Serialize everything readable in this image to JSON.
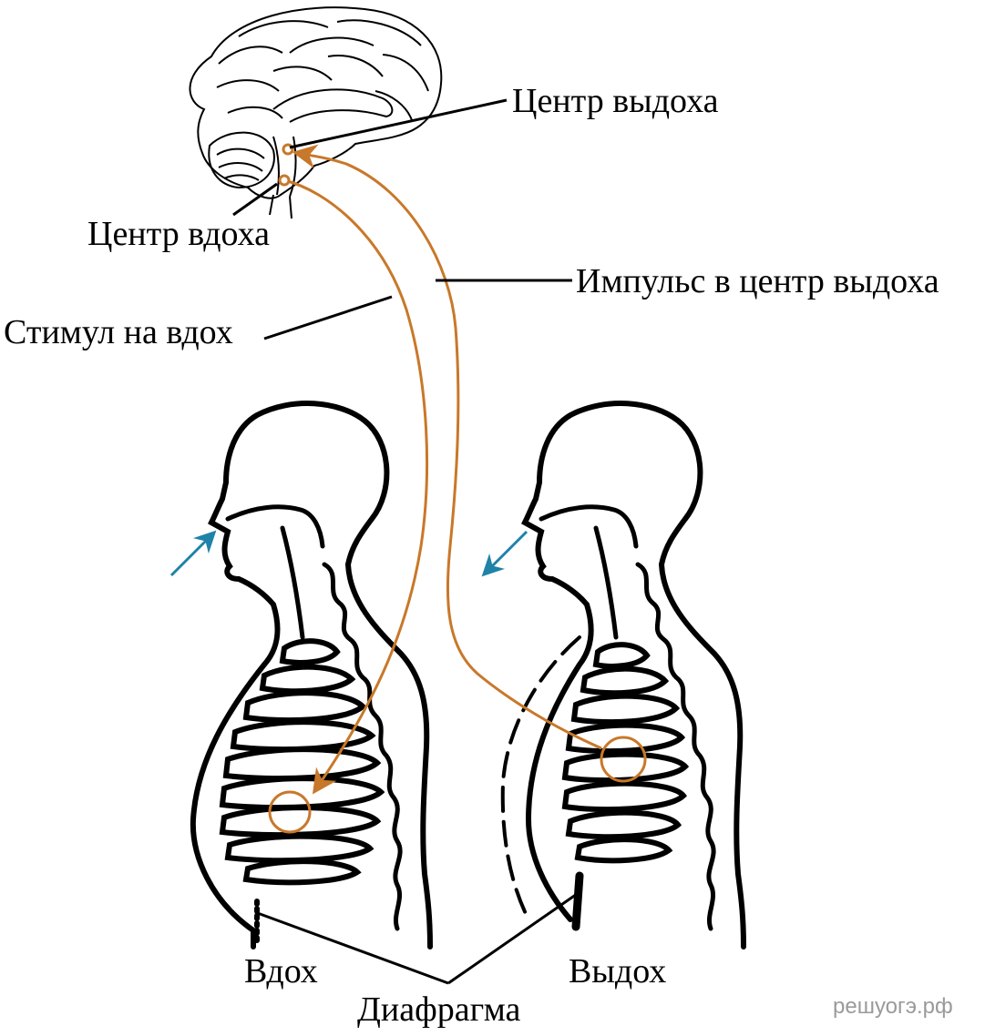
{
  "labels": {
    "exhale_center": "Центр выдоха",
    "inhale_center": "Центр вдоха",
    "impulse_to_exhale_center": "Импульс в центр выдоха",
    "inhale_stimulus": "Стимул на вдох",
    "inhale": "Вдох",
    "exhale": "Выдох",
    "diaphragm": "Диафрагма"
  },
  "watermark": "решуогэ.рф",
  "colors": {
    "nerve_path": "#c8782a",
    "airflow_arrow": "#1f82a8",
    "line": "#000000",
    "watermark": "#9a9a9a"
  },
  "icons": {
    "brain": "brain-icon",
    "inhale_figure": "torso-inhale-icon",
    "exhale_figure": "torso-exhale-icon",
    "air_in": "arrow-air-in-icon",
    "air_out": "arrow-air-out-icon"
  }
}
